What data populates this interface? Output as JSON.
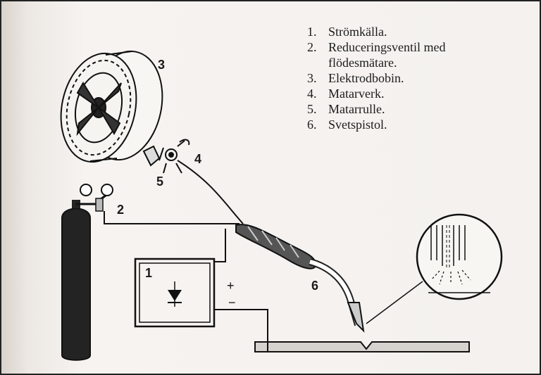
{
  "legend": [
    {
      "num": "1.",
      "text": "Strömkälla."
    },
    {
      "num": "2.",
      "text": "Reduceringsventil med"
    },
    {
      "num": "",
      "text": "flödesmätare."
    },
    {
      "num": "3.",
      "text": "Elektrodbobin."
    },
    {
      "num": "4.",
      "text": "Matarverk."
    },
    {
      "num": "5.",
      "text": "Matarrulle."
    },
    {
      "num": "6.",
      "text": "Svetspistol."
    }
  ],
  "callouts": {
    "n1": "1",
    "n2": "2",
    "n3": "3",
    "n4": "4",
    "n5": "5",
    "n6": "6"
  },
  "polarity": {
    "plus": "+",
    "minus": "−"
  }
}
